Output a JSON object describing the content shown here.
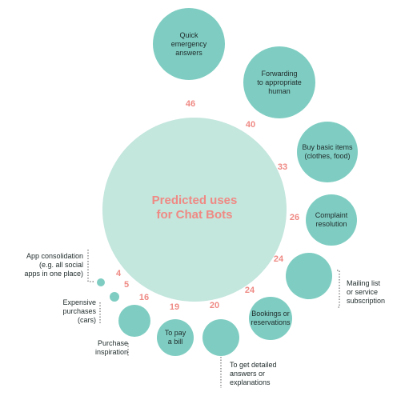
{
  "colors": {
    "center_fill": "#c3e6dd",
    "bubble_fill": "#7fcdc2",
    "value_text": "#ef8a84",
    "title_text": "#ef8a84",
    "leader_line": "#555555"
  },
  "chart_data": {
    "type": "bubble",
    "title": "Predicted uses\nfor Chat Bots",
    "items": [
      {
        "label": "Quick\nemergency\nanswers",
        "value": 46
      },
      {
        "label": "Forwarding\nto appropriate\nhuman",
        "value": 40
      },
      {
        "label": "Buy basic items\n(clothes, food)",
        "value": 33
      },
      {
        "label": "Complaint\nresolution",
        "value": 26
      },
      {
        "label": "Mailing list\nor service\nsubscription",
        "value": 24
      },
      {
        "label": "Bookings or\nreservations",
        "value": 24
      },
      {
        "label": "To get detailed\nanswers or\nexplanations",
        "value": 20
      },
      {
        "label": "To pay\na bill",
        "value": 19
      },
      {
        "label": "Purchase\ninspiration",
        "value": 16
      },
      {
        "label": "Expensive\npurchases\n(cars)",
        "value": 5
      },
      {
        "label": "App consolidation\n(e.g. all social\napps in one place)",
        "value": 4
      }
    ]
  }
}
